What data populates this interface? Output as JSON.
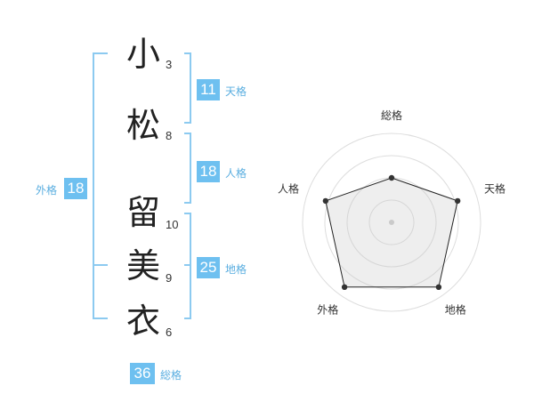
{
  "name": {
    "chars": [
      {
        "char": "小",
        "strokes": "3"
      },
      {
        "char": "松",
        "strokes": "8"
      },
      {
        "char": "留",
        "strokes": "10"
      },
      {
        "char": "美",
        "strokes": "9"
      },
      {
        "char": "衣",
        "strokes": "6"
      }
    ]
  },
  "kaku": {
    "tenkaku": {
      "label": "天格",
      "value": "11"
    },
    "jinkaku": {
      "label": "人格",
      "value": "18"
    },
    "chikaku": {
      "label": "地格",
      "value": "25"
    },
    "gaikaku": {
      "label": "外格",
      "value": "18"
    },
    "soukaku": {
      "label": "総格",
      "value": "36"
    }
  },
  "colors": {
    "accent": "#6ec0f0",
    "accent_text": "#5aaee0",
    "bracket": "#8ccaf0"
  },
  "chart_data": {
    "type": "radar",
    "axes": [
      "総格",
      "天格",
      "地格",
      "外格",
      "人格"
    ],
    "values": [
      0.5,
      0.78,
      0.9,
      0.9,
      0.78
    ],
    "scale": [
      0,
      1
    ],
    "rings": 4,
    "grid": true
  }
}
